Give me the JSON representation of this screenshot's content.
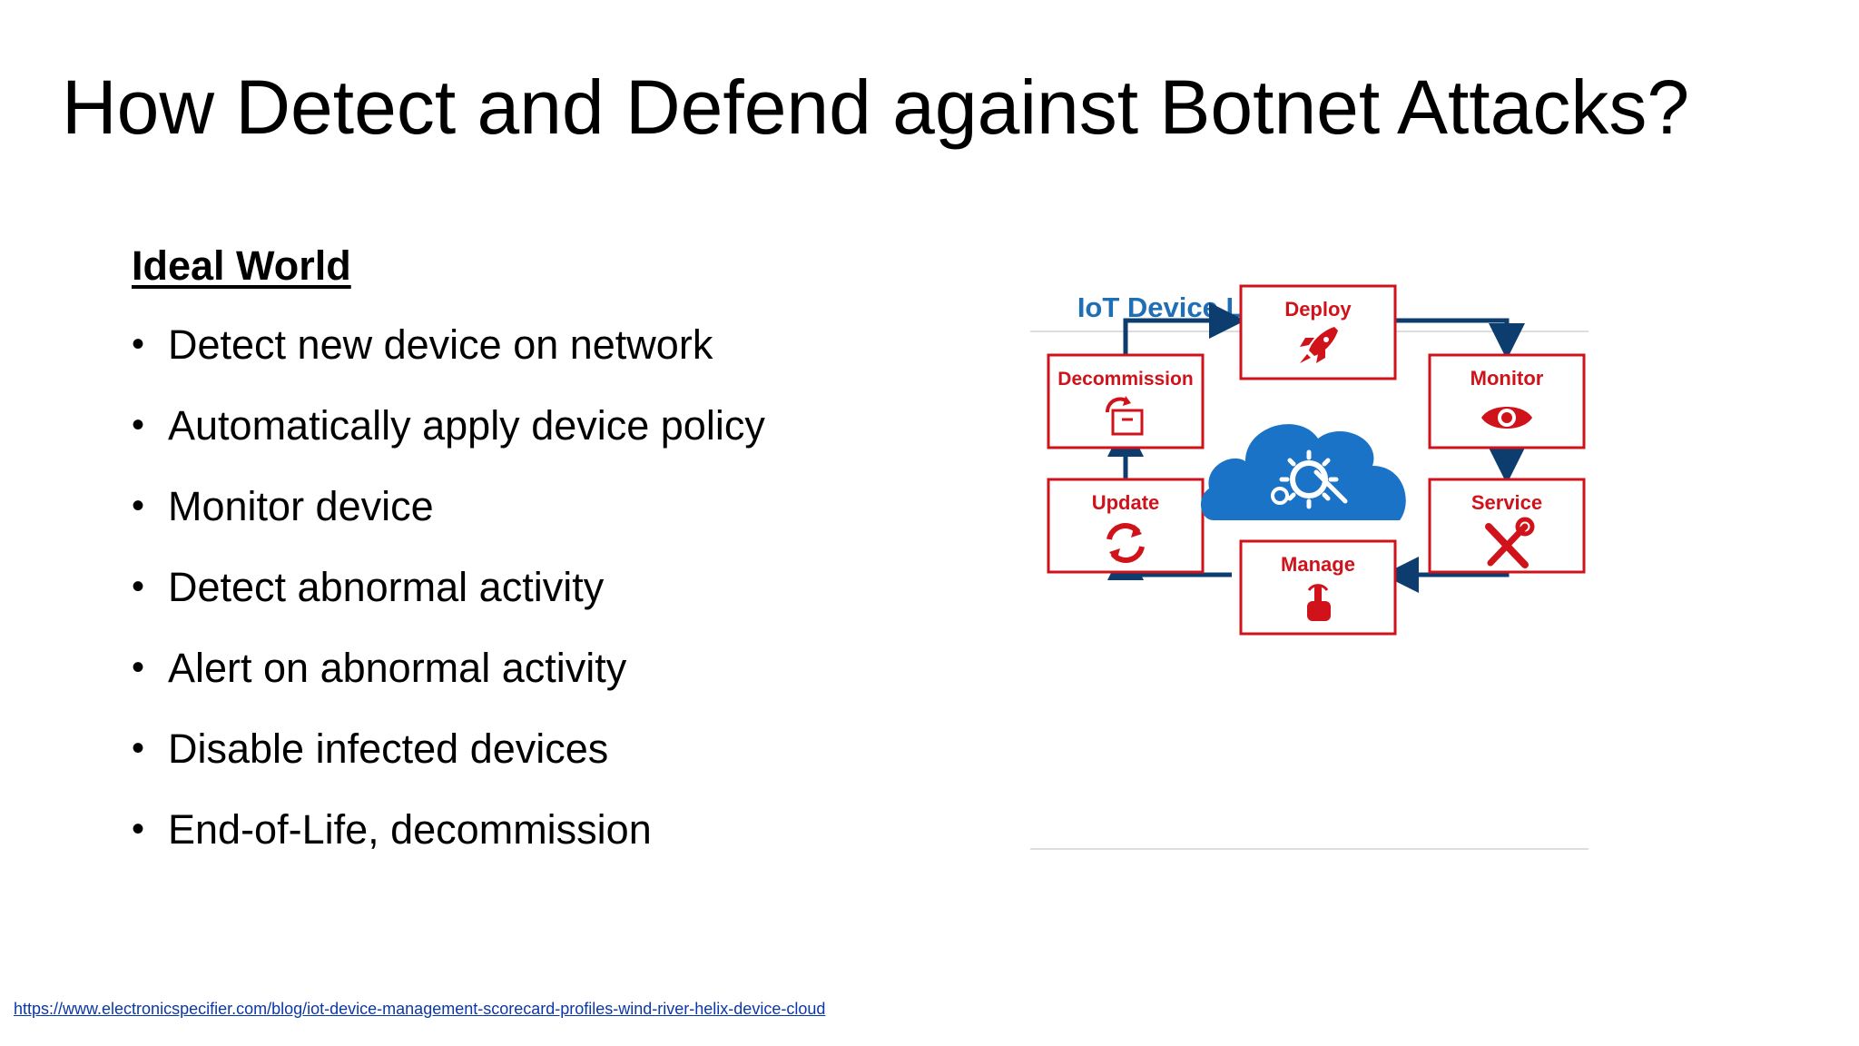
{
  "slide": {
    "title": "How Detect and Defend against Botnet Attacks?",
    "subheading": "Ideal World",
    "bullets": [
      "Detect new device on network",
      "Automatically apply device policy",
      "Monitor device",
      "Detect abnormal activity",
      "Alert on abnormal activity",
      "Disable infected devices",
      "End-of-Life, decommission"
    ],
    "source_url": "https://www.electronicspecifier.com/blog/iot-device-management-scorecard-profiles-wind-river-helix-device-cloud"
  },
  "diagram": {
    "title": "IoT Device Lifecycle",
    "stages": {
      "deploy": "Deploy",
      "monitor": "Monitor",
      "service": "Service",
      "manage": "Manage",
      "update": "Update",
      "decommission": "Decommission"
    },
    "colors": {
      "title_blue": "#1f6fb5",
      "box_red": "#d0121b",
      "arrow_navy": "#0d3c6e",
      "cloud_blue": "#1a73c6"
    },
    "icons": {
      "deploy": "rocket-icon",
      "monitor": "eye-icon",
      "service": "tools-icon",
      "manage": "hand-pointer-icon",
      "update": "refresh-icon",
      "decommission": "archive-box-icon",
      "center": "cloud-gears-icon"
    }
  }
}
